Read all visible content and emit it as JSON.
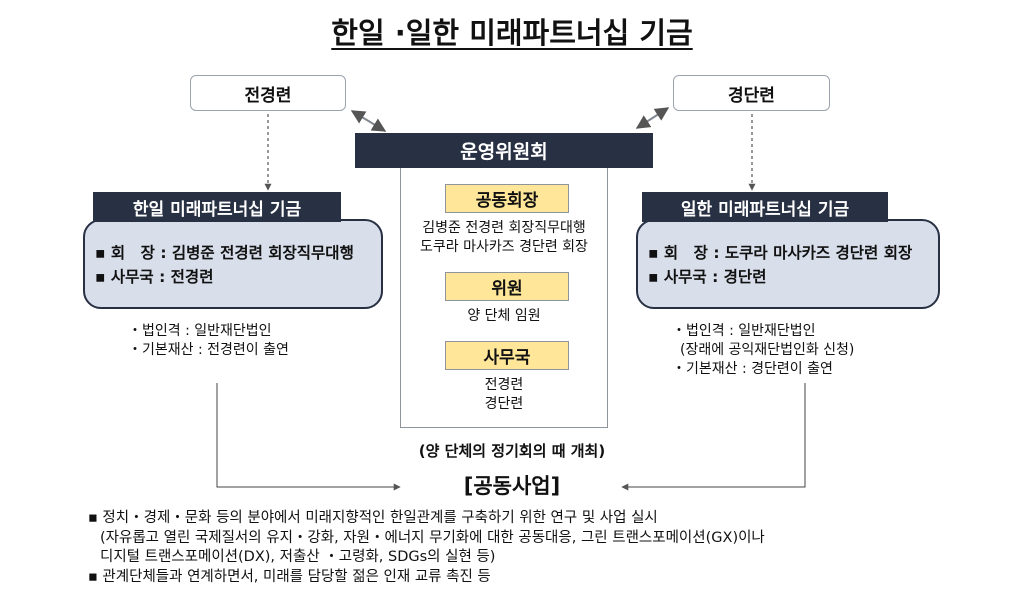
{
  "title": "한일 ·일한 미래파트너십 기금",
  "left": {
    "org": "전경련",
    "fund_title": "한일 미래파트너십 기금",
    "rows": [
      "▪ 회　장 : 김병준 전경련 회장직무대행",
      "▪ 사무국 : 전경련"
    ],
    "notes": [
      "・법인격 : 일반재단법인",
      "・기본재산 : 전경련이 출연"
    ]
  },
  "right": {
    "org": "경단련",
    "fund_title": "일한 미래파트너십 기금",
    "rows": [
      "▪ 회　장 : 도쿠라 마사카즈 경단련 회장",
      "▪ 사무국 : 경단련"
    ],
    "notes": [
      "・법인격 : 일반재단법인",
      "(장래에 공익재단법인화 신청)",
      "・기본재산 : 경단련이 출연"
    ]
  },
  "committee": {
    "title": "운영위원회",
    "co_chair_label": "공동회장",
    "co_chairs": [
      "김병준 전경련 회장직무대행",
      "도쿠라 마사카즈 경단련 회장"
    ],
    "member_label": "위원",
    "members": "양 단체 임원",
    "secretariat_label": "사무국",
    "secretariat": [
      "전경련",
      "경단련"
    ]
  },
  "meeting_note": "(양 단체의 정기회의 때 개최)",
  "joint_project": "[공동사업]",
  "projects": [
    "▪ 정치・경제・문화 등의 분야에서 미래지향적인 한일관계를 구축하기 위한 연구 및 사업 실시",
    "(자유롭고 열린 국제질서의 유지・강화, 자원・에너지 무기화에 대한 공동대응, 그린 트랜스포메이션(GX)이나",
    "디지털 트랜스포메이션(DX), 저출산 ・고령화, SDGs의 실현 등)",
    "▪ 관계단체들과 연계하면서, 미래를 담당할 젊은 인재 교류 촉진 등"
  ],
  "colors": {
    "dark": "#283043",
    "card": "#d8dfeb",
    "yellow": "#ffe699"
  }
}
